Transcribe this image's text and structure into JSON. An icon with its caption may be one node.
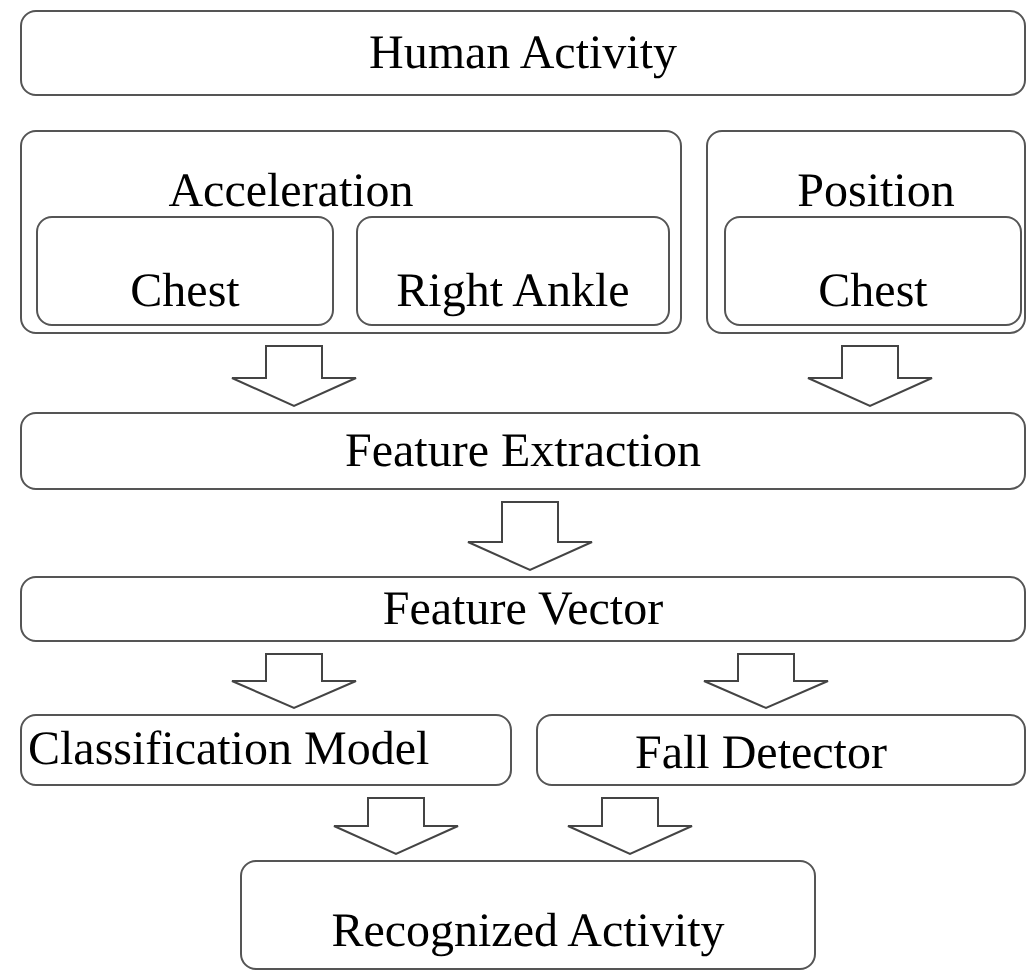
{
  "diagram": {
    "nodes": [
      {
        "text": [
          "Human Activity"
        ]
      },
      {
        "text": [
          "Acceleration"
        ]
      },
      {
        "text": [
          "Chest"
        ],
        "in": 1
      },
      {
        "text": [
          "Right Ankle"
        ],
        "in": 1
      },
      {
        "text": [
          "Position"
        ]
      },
      {
        "text": [
          "Chest"
        ],
        "in": 4
      },
      {
        "text": [
          "Feature Extraction"
        ]
      },
      {
        "text": [
          "Feature Vector"
        ]
      },
      {
        "text": [
          "Classification Model"
        ]
      },
      {
        "text": [
          "Fall Detector"
        ]
      },
      {
        "text": [
          "Recognized Activity"
        ]
      }
    ],
    "edges": [
      {
        "from": 1,
        "to": 6,
        "arrow": "to"
      },
      {
        "from": 4,
        "to": 6,
        "arrow": "to"
      },
      {
        "from": 6,
        "to": 7,
        "arrow": "to"
      },
      {
        "from": 7,
        "to": 8,
        "arrow": "to"
      },
      {
        "from": 7,
        "to": 9,
        "arrow": "to"
      },
      {
        "from": 8,
        "to": 10,
        "arrow": "to"
      },
      {
        "from": 9,
        "to": 10,
        "arrow": "to"
      }
    ]
  }
}
